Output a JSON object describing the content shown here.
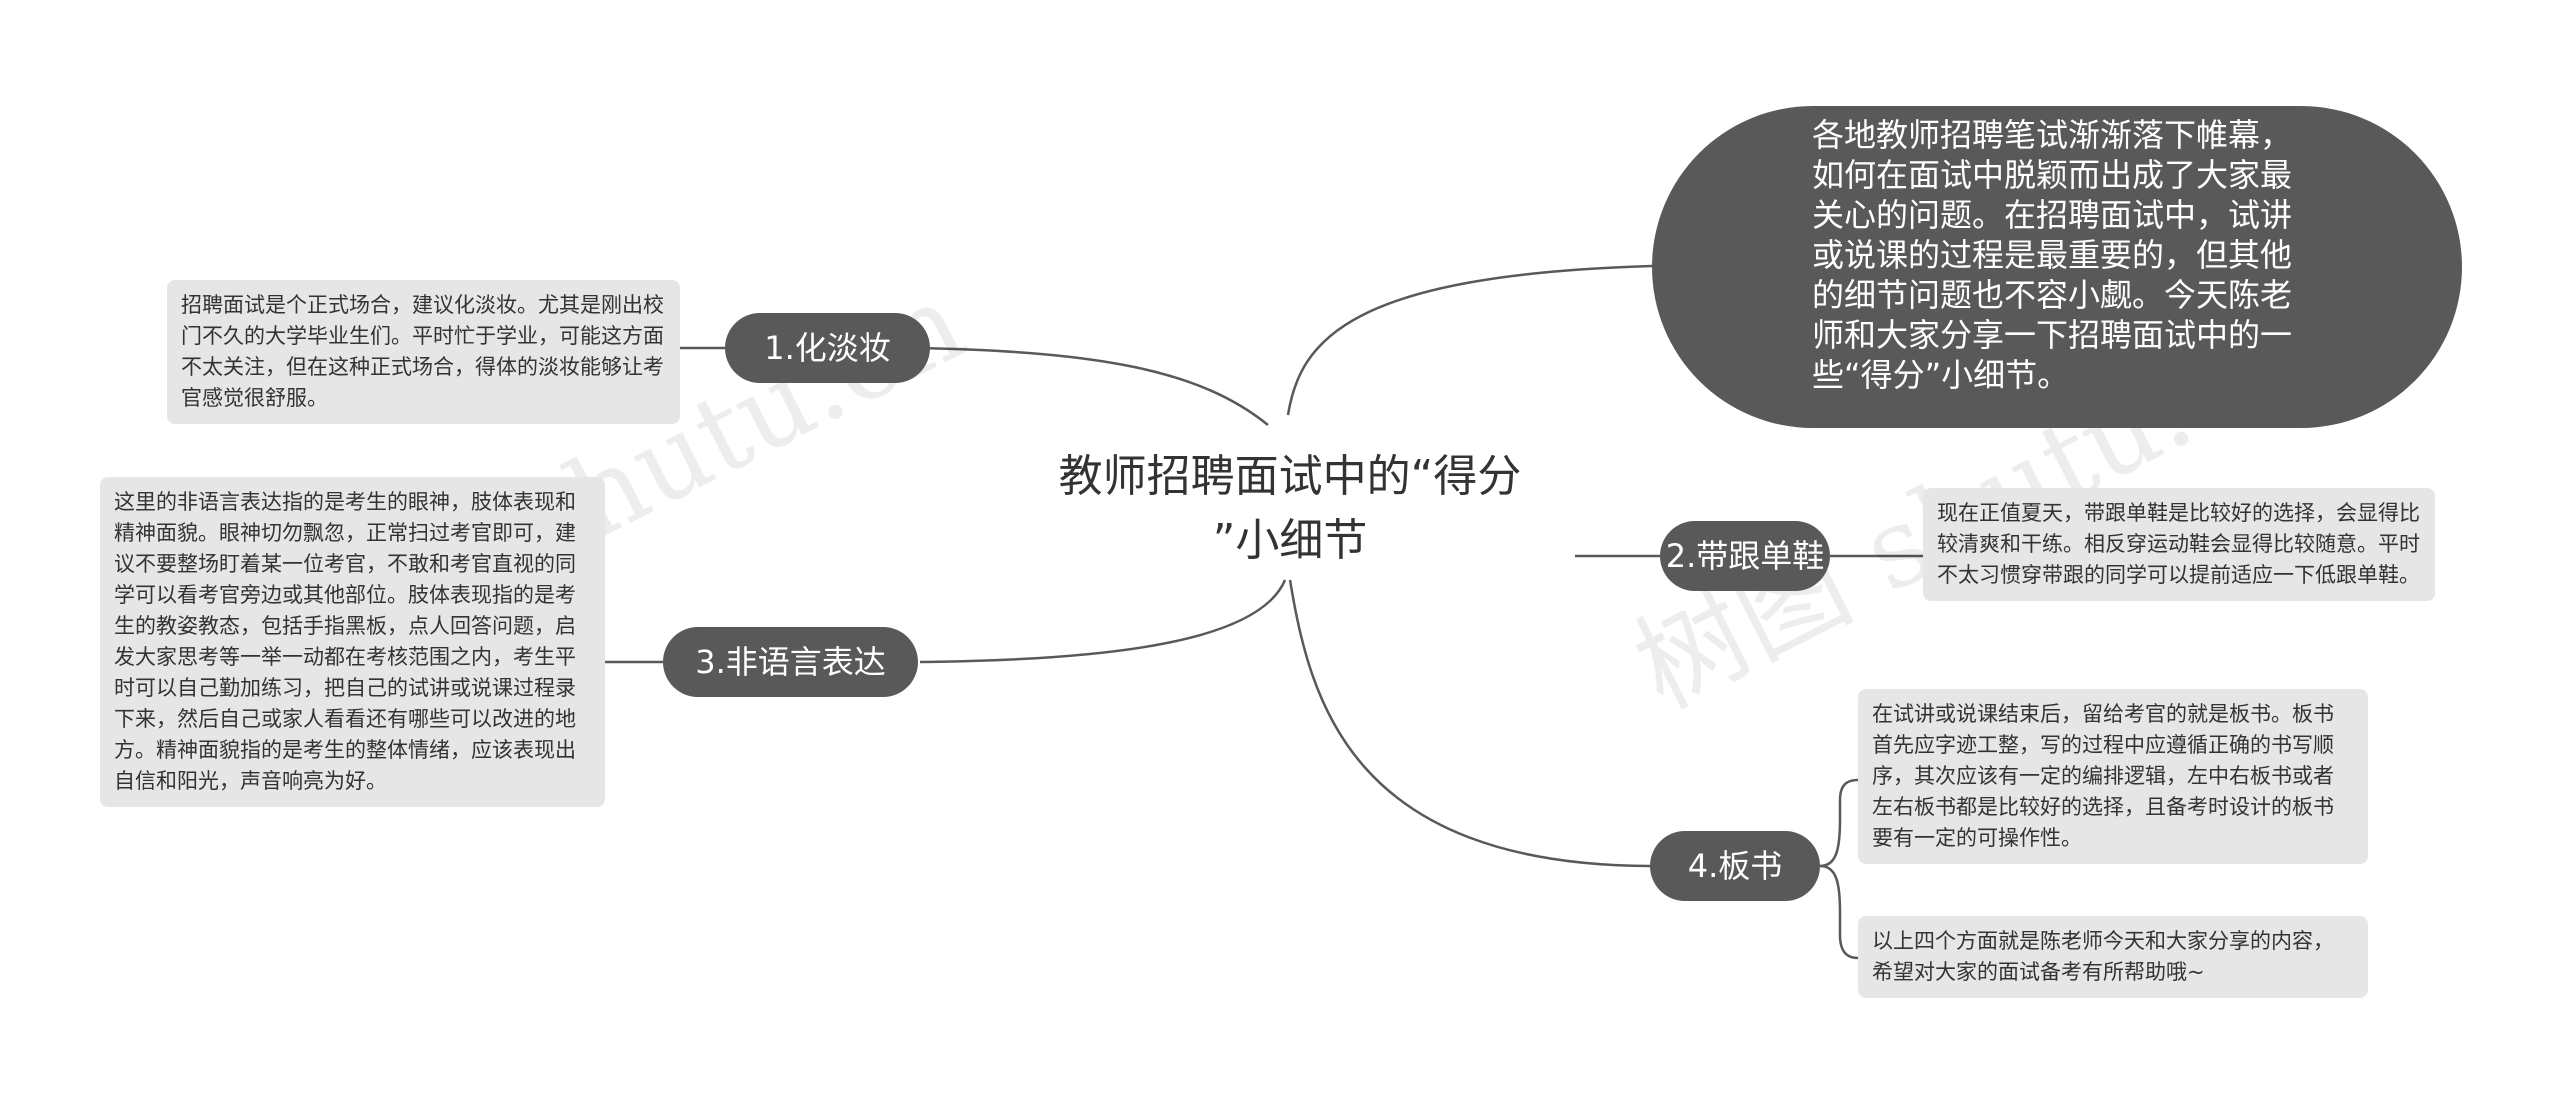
{
  "root": {
    "title_line1": "教师招聘面试中的“得分",
    "title_line2": "”小细节"
  },
  "intro": "各地教师招聘笔试渐渐落下帷幕，如何在面试中脱颖而出成了大家最关心的问题。在招聘面试中，试讲或说课的过程是最重要的，但其他的细节问题也不容小觑。今天陈老师和大家分享一下招聘面试中的一些“得分”小细节。",
  "branches": [
    {
      "label": "1.化淡妆",
      "leaves": [
        "招聘面试是个正式场合，建议化淡妆。尤其是刚出校门不久的大学毕业生们。平时忙于学业，可能这方面不太关注，但在这种正式场合，得体的淡妆能够让考官感觉很舒服。"
      ]
    },
    {
      "label": "2.带跟单鞋",
      "leaves": [
        "现在正值夏天，带跟单鞋是比较好的选择，会显得比较清爽和干练。相反穿运动鞋会显得比较随意。平时不太习惯穿带跟的同学可以提前适应一下低跟单鞋。"
      ]
    },
    {
      "label": "3.非语言表达",
      "leaves": [
        "这里的非语言表达指的是考生的眼神，肢体表现和精神面貌。眼神切勿飘忽，正常扫过考官即可，建议不要整场盯着某一位考官，不敢和考官直视的同学可以看考官旁边或其他部位。肢体表现指的是考生的教姿教态，包括手指黑板，点人回答问题，启发大家思考等一举一动都在考核范围之内，考生平时可以自己勤加练习，把自己的试讲或说课过程录下来，然后自己或家人看看还有哪些可以改进的地方。精神面貌指的是考生的整体情绪，应该表现出自信和阳光，声音响亮为好。"
      ]
    },
    {
      "label": "4.板书",
      "leaves": [
        "在试讲或说课结束后，留给考官的就是板书。板书首先应字迹工整，写的过程中应遵循正确的书写顺序，其次应该有一定的编排逻辑，左中右板书或者左右板书都是比较好的选择，且备考时设计的板书要有一定的可操作性。",
        "以上四个方面就是陈老师今天和大家分享的内容，希望对大家的面试备考有所帮助哦~"
      ]
    }
  ],
  "watermarks": [
    "shutu.cn",
    "树图 shutu.cn"
  ],
  "colors": {
    "node_fill": "#595959",
    "leaf_fill": "#e6e6e6",
    "line": "#595959",
    "text": "#333333"
  }
}
